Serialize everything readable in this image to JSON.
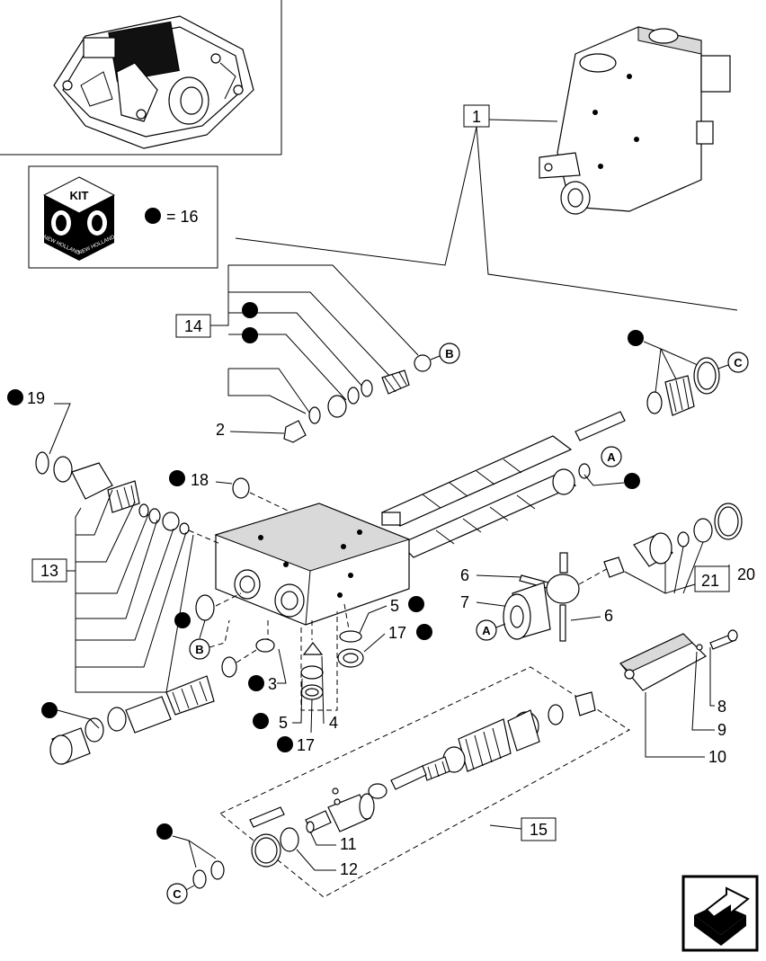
{
  "kit": {
    "badge_text": "KIT",
    "brand_text": "NEW HOLLAND",
    "legend_value": "= 16"
  },
  "callouts": {
    "c1": "1",
    "c2": "2",
    "c3": "3",
    "c4": "4",
    "c5a": "5",
    "c5b": "5",
    "c6a": "6",
    "c6b": "6",
    "c7": "7",
    "c8": "8",
    "c9": "9",
    "c10": "10",
    "c11": "11",
    "c12": "12",
    "c13": "13",
    "c14": "14",
    "c15": "15",
    "c17a": "17",
    "c17b": "17",
    "c18": "18",
    "c19": "19",
    "c20": "20",
    "c21": "21"
  },
  "refs": {
    "a1": "A",
    "a2": "A",
    "b1": "B",
    "b2": "B",
    "c1": "C",
    "c2": "C"
  },
  "icons": {
    "nav": "next-page-arrow-icon",
    "kit": "kit-cube-icon",
    "bullet": "filled-circle-icon"
  }
}
